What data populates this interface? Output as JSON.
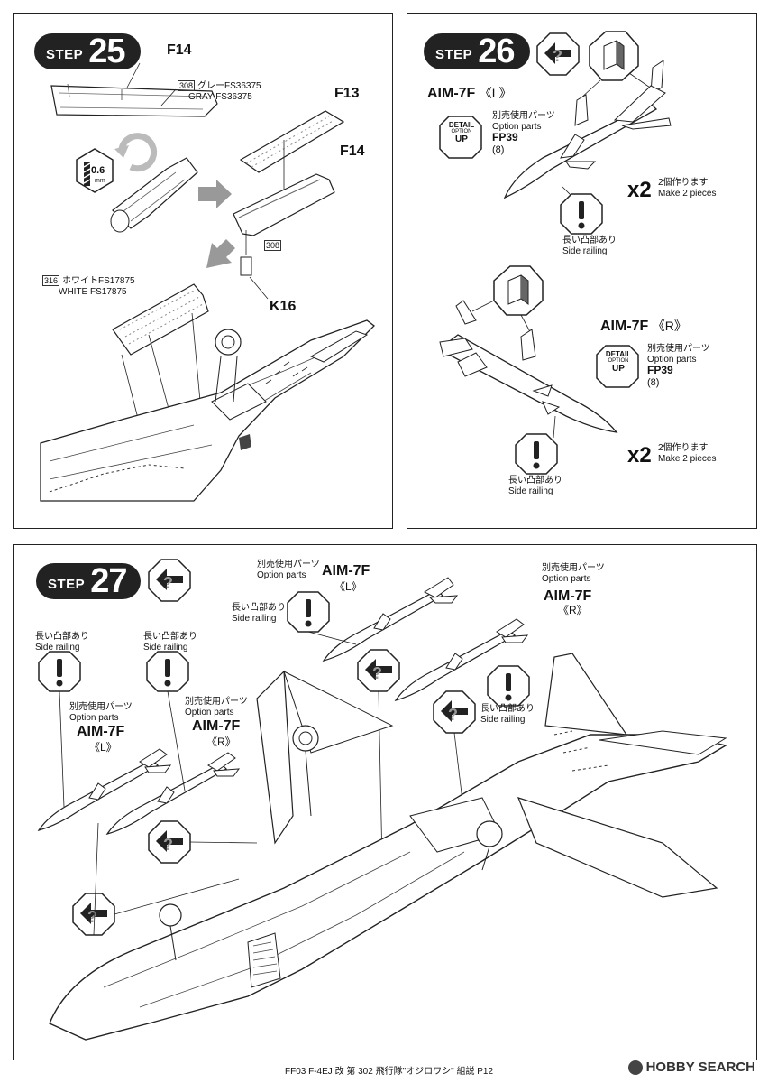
{
  "step25": {
    "label": "STEP",
    "number": "25",
    "parts": {
      "f14_top": "F14",
      "f13": "F13",
      "f14": "F14",
      "k16": "K16"
    },
    "gray_num": "308",
    "gray_jp": "グレーFS36375",
    "gray_en": "GRAY FS36375",
    "drill": "0.6",
    "drill_unit": "mm",
    "part_308": "308",
    "white_num": "316",
    "white_jp": "ホワイトFS17875",
    "white_en": "WHITE FS17875"
  },
  "step26": {
    "label": "STEP",
    "number": "26",
    "left": {
      "title": "AIM-7F",
      "side": "《L》",
      "opt_jp": "別売使用パーツ",
      "opt_en": "Option parts",
      "part": "FP39",
      "qty": "(8)",
      "x2": "x2",
      "make_jp": "2個作ります",
      "make_en": "Make 2 pieces",
      "rail_jp": "長い凸部あり",
      "rail_en": "Side railing"
    },
    "right": {
      "title": "AIM-7F",
      "side": "《R》",
      "opt_jp": "別売使用パーツ",
      "opt_en": "Option parts",
      "part": "FP39",
      "qty": "(8)",
      "x2": "x2",
      "make_jp": "2個作ります",
      "make_en": "Make 2 pieces",
      "rail_jp": "長い凸部あり",
      "rail_en": "Side railing"
    },
    "badge": {
      "top": "DETAIL",
      "mid": "OPTION",
      "bot": "UP"
    }
  },
  "step27": {
    "label": "STEP",
    "number": "27",
    "top_l": {
      "opt_jp": "別売使用パーツ",
      "opt_en": "Option parts",
      "title": "AIM-7F",
      "side": "《L》"
    },
    "top_l_rail": {
      "jp": "長い凸部あり",
      "en": "Side railing"
    },
    "top_r": {
      "opt_jp": "別売使用パーツ",
      "opt_en": "Option parts",
      "title": "AIM-7F",
      "side": "《R》"
    },
    "top_r_rail": {
      "jp": "長い凸部あり",
      "en": "Side railing"
    },
    "left_rail_1": {
      "jp": "長い凸部あり",
      "en": "Side railing"
    },
    "left_rail_2": {
      "jp": "長い凸部あり",
      "en": "Side railing"
    },
    "left_l": {
      "opt_jp": "別売使用パーツ",
      "opt_en": "Option parts",
      "title": "AIM-7F",
      "side": "《L》"
    },
    "left_r": {
      "opt_jp": "別売使用パーツ",
      "opt_en": "Option parts",
      "title": "AIM-7F",
      "side": "《R》"
    }
  },
  "footer": "FF03 F-4EJ 改 第 302 飛行隊\"オジロワシ\" 組説 P12",
  "watermark": "HOBBY SEARCH"
}
